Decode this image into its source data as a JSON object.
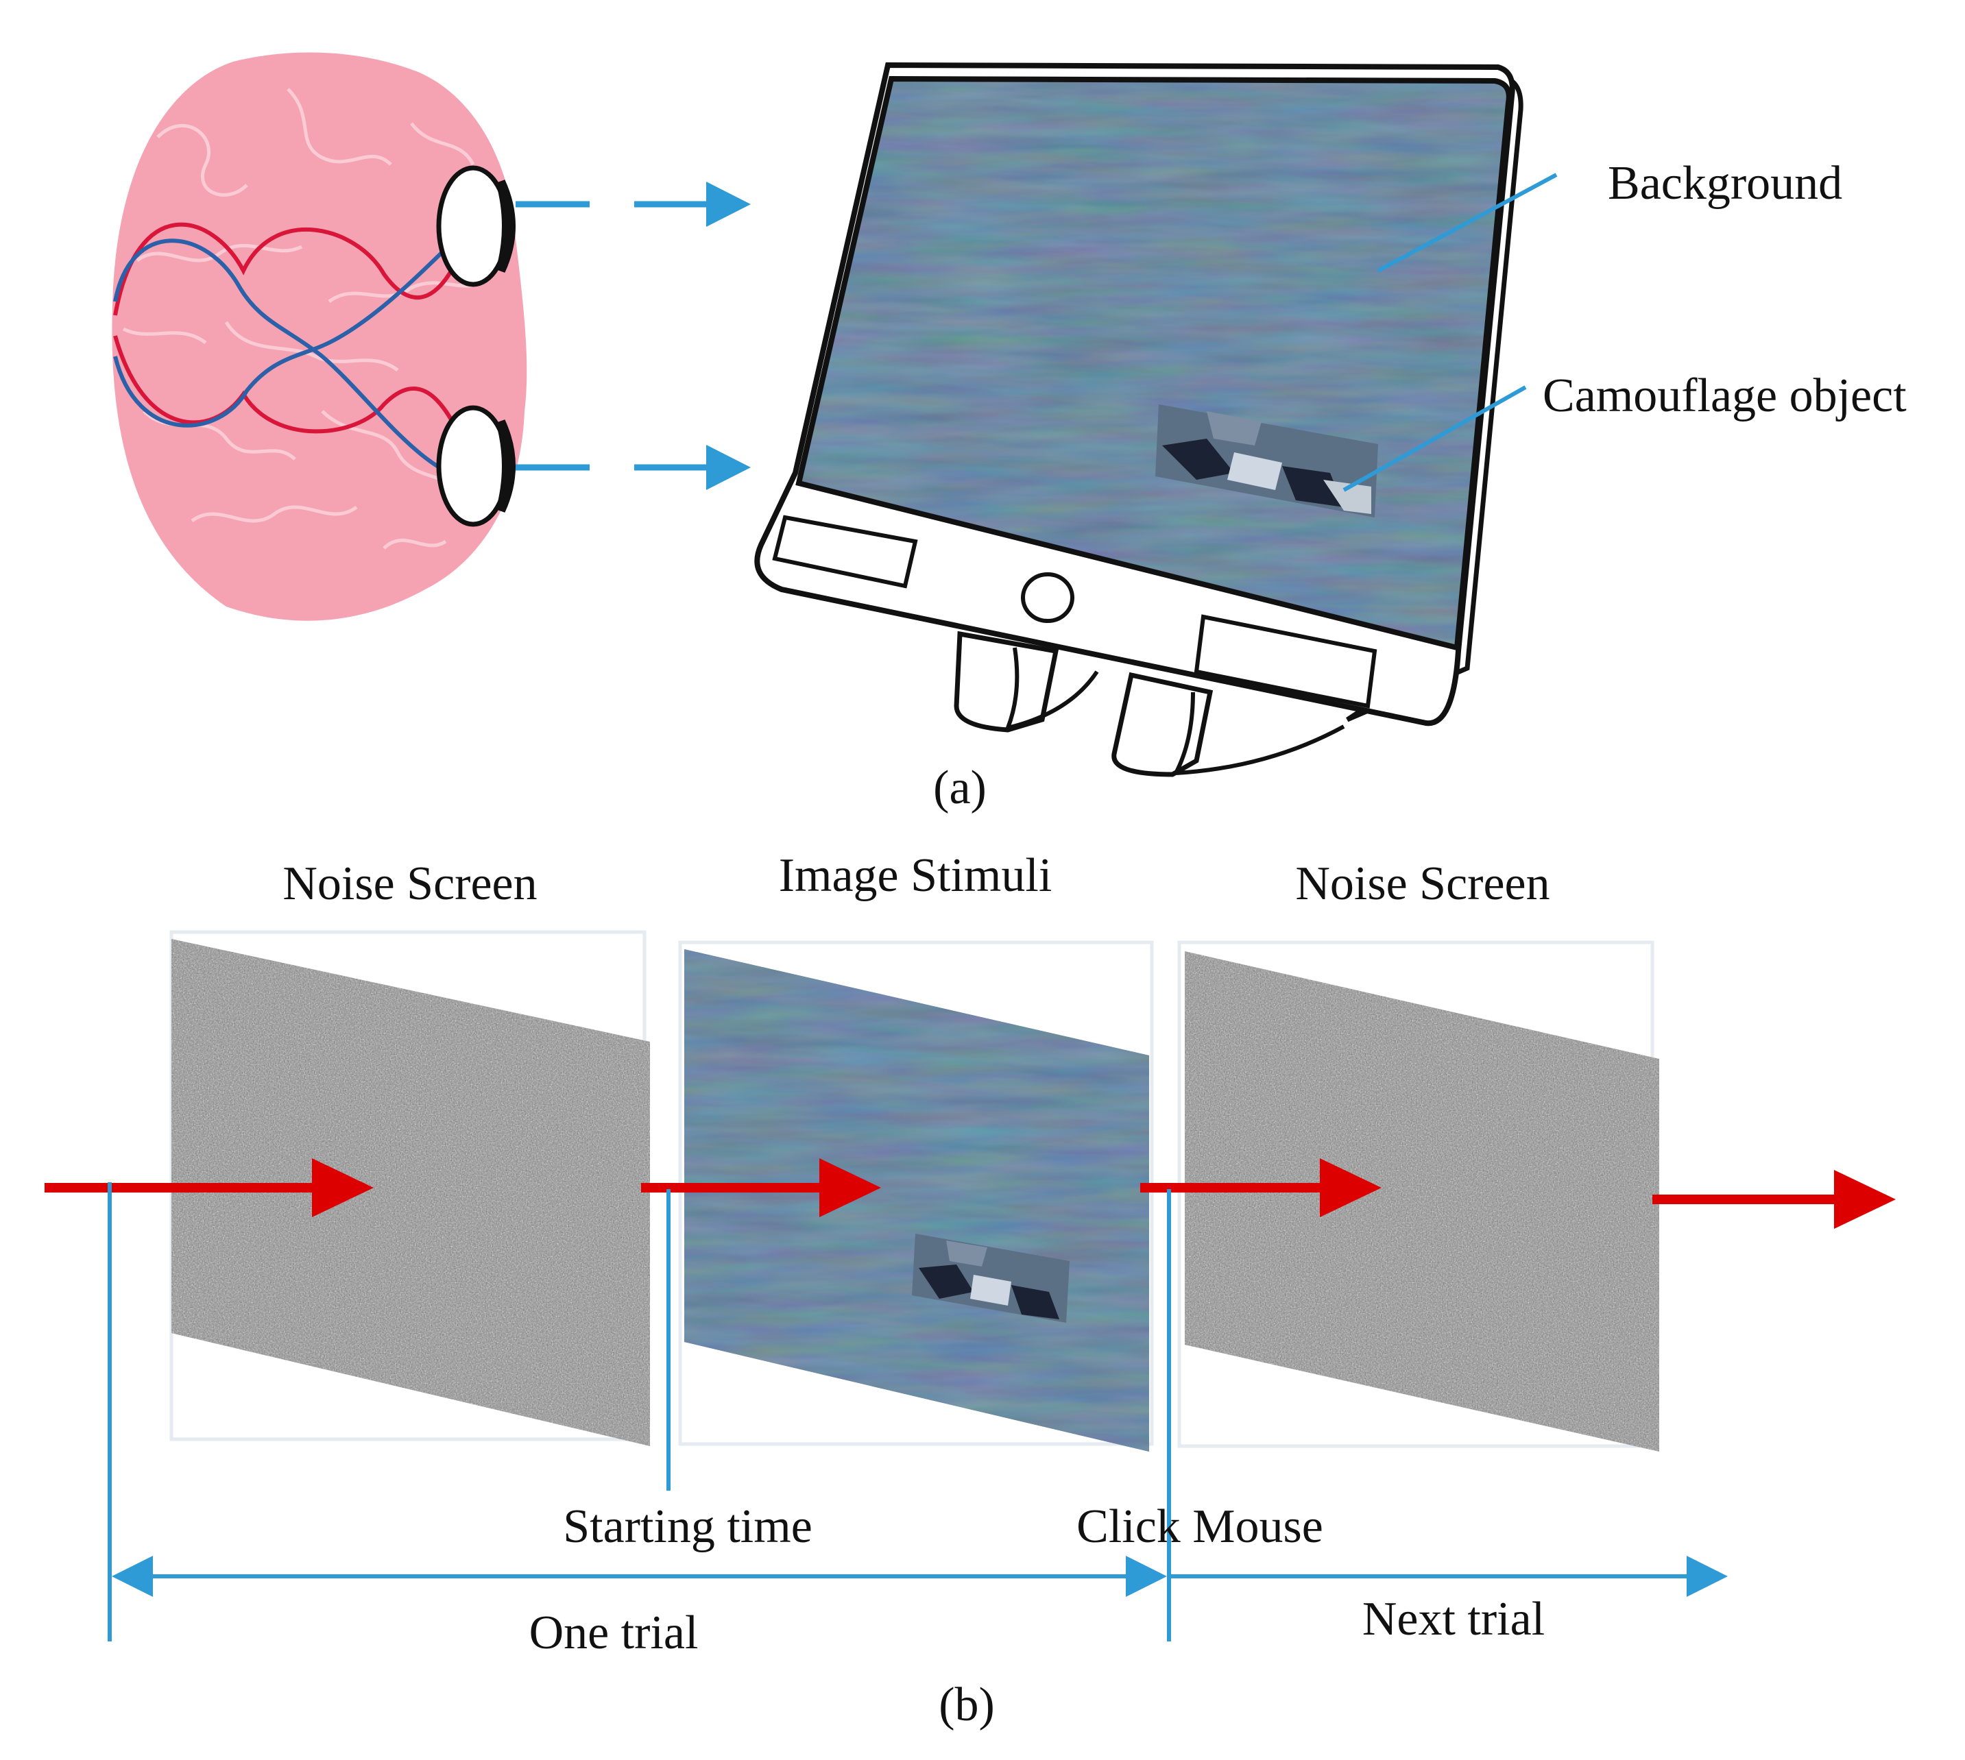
{
  "panel_a": {
    "caption": "(a)",
    "labels": {
      "background": "Background",
      "camouflage_object": "Camouflage object"
    }
  },
  "panel_b": {
    "caption": "(b)",
    "screens": [
      {
        "title": "Noise Screen",
        "kind": "noise"
      },
      {
        "title": "Image Stimuli",
        "kind": "sea-with-camouflage"
      },
      {
        "title": "Noise Screen",
        "kind": "noise"
      }
    ],
    "markers": {
      "starting_time": "Starting time",
      "click_mouse": "Click Mouse"
    },
    "spans": {
      "one_trial": "One trial",
      "next_trial": "Next trial"
    }
  },
  "colors": {
    "blue_line": "#2e9bd6",
    "red_arrow": "#dd0000",
    "brain_pink": "#f5a3b3",
    "sea_blue": "#2f4963",
    "nerve_red": "#d9163a",
    "nerve_blue": "#2a61a8"
  }
}
